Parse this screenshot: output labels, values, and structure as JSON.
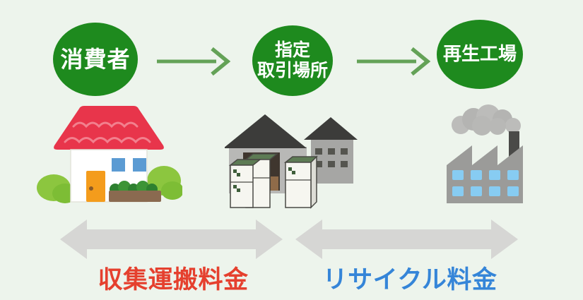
{
  "colors": {
    "background": "#edf4ec",
    "node_green": "#1e8a1e",
    "node_text": "#ffffff",
    "flow_arrow_green": "#64a257",
    "fee_arrow_gray": "#d6d6d4",
    "collection_fee_red": "#e5402e",
    "recycling_fee_blue": "#3585d8"
  },
  "flow": {
    "nodes": [
      {
        "id": "consumer",
        "label": "消費者"
      },
      {
        "id": "designated-collection-point",
        "label_line1": "指定",
        "label_line2": "取引場所"
      },
      {
        "id": "recycling-plant",
        "label": "再生工場"
      }
    ]
  },
  "illustrations": [
    {
      "id": "house",
      "depicts": "consumer house with red roof"
    },
    {
      "id": "warehouse",
      "depicts": "designated collection warehouse with discarded refrigerators"
    },
    {
      "id": "factory",
      "depicts": "recycling factory with chimney smoke"
    }
  ],
  "fees": [
    {
      "id": "collection-transport-fee",
      "label": "収集運搬料金"
    },
    {
      "id": "recycling-fee",
      "label": "リサイクル料金"
    }
  ]
}
